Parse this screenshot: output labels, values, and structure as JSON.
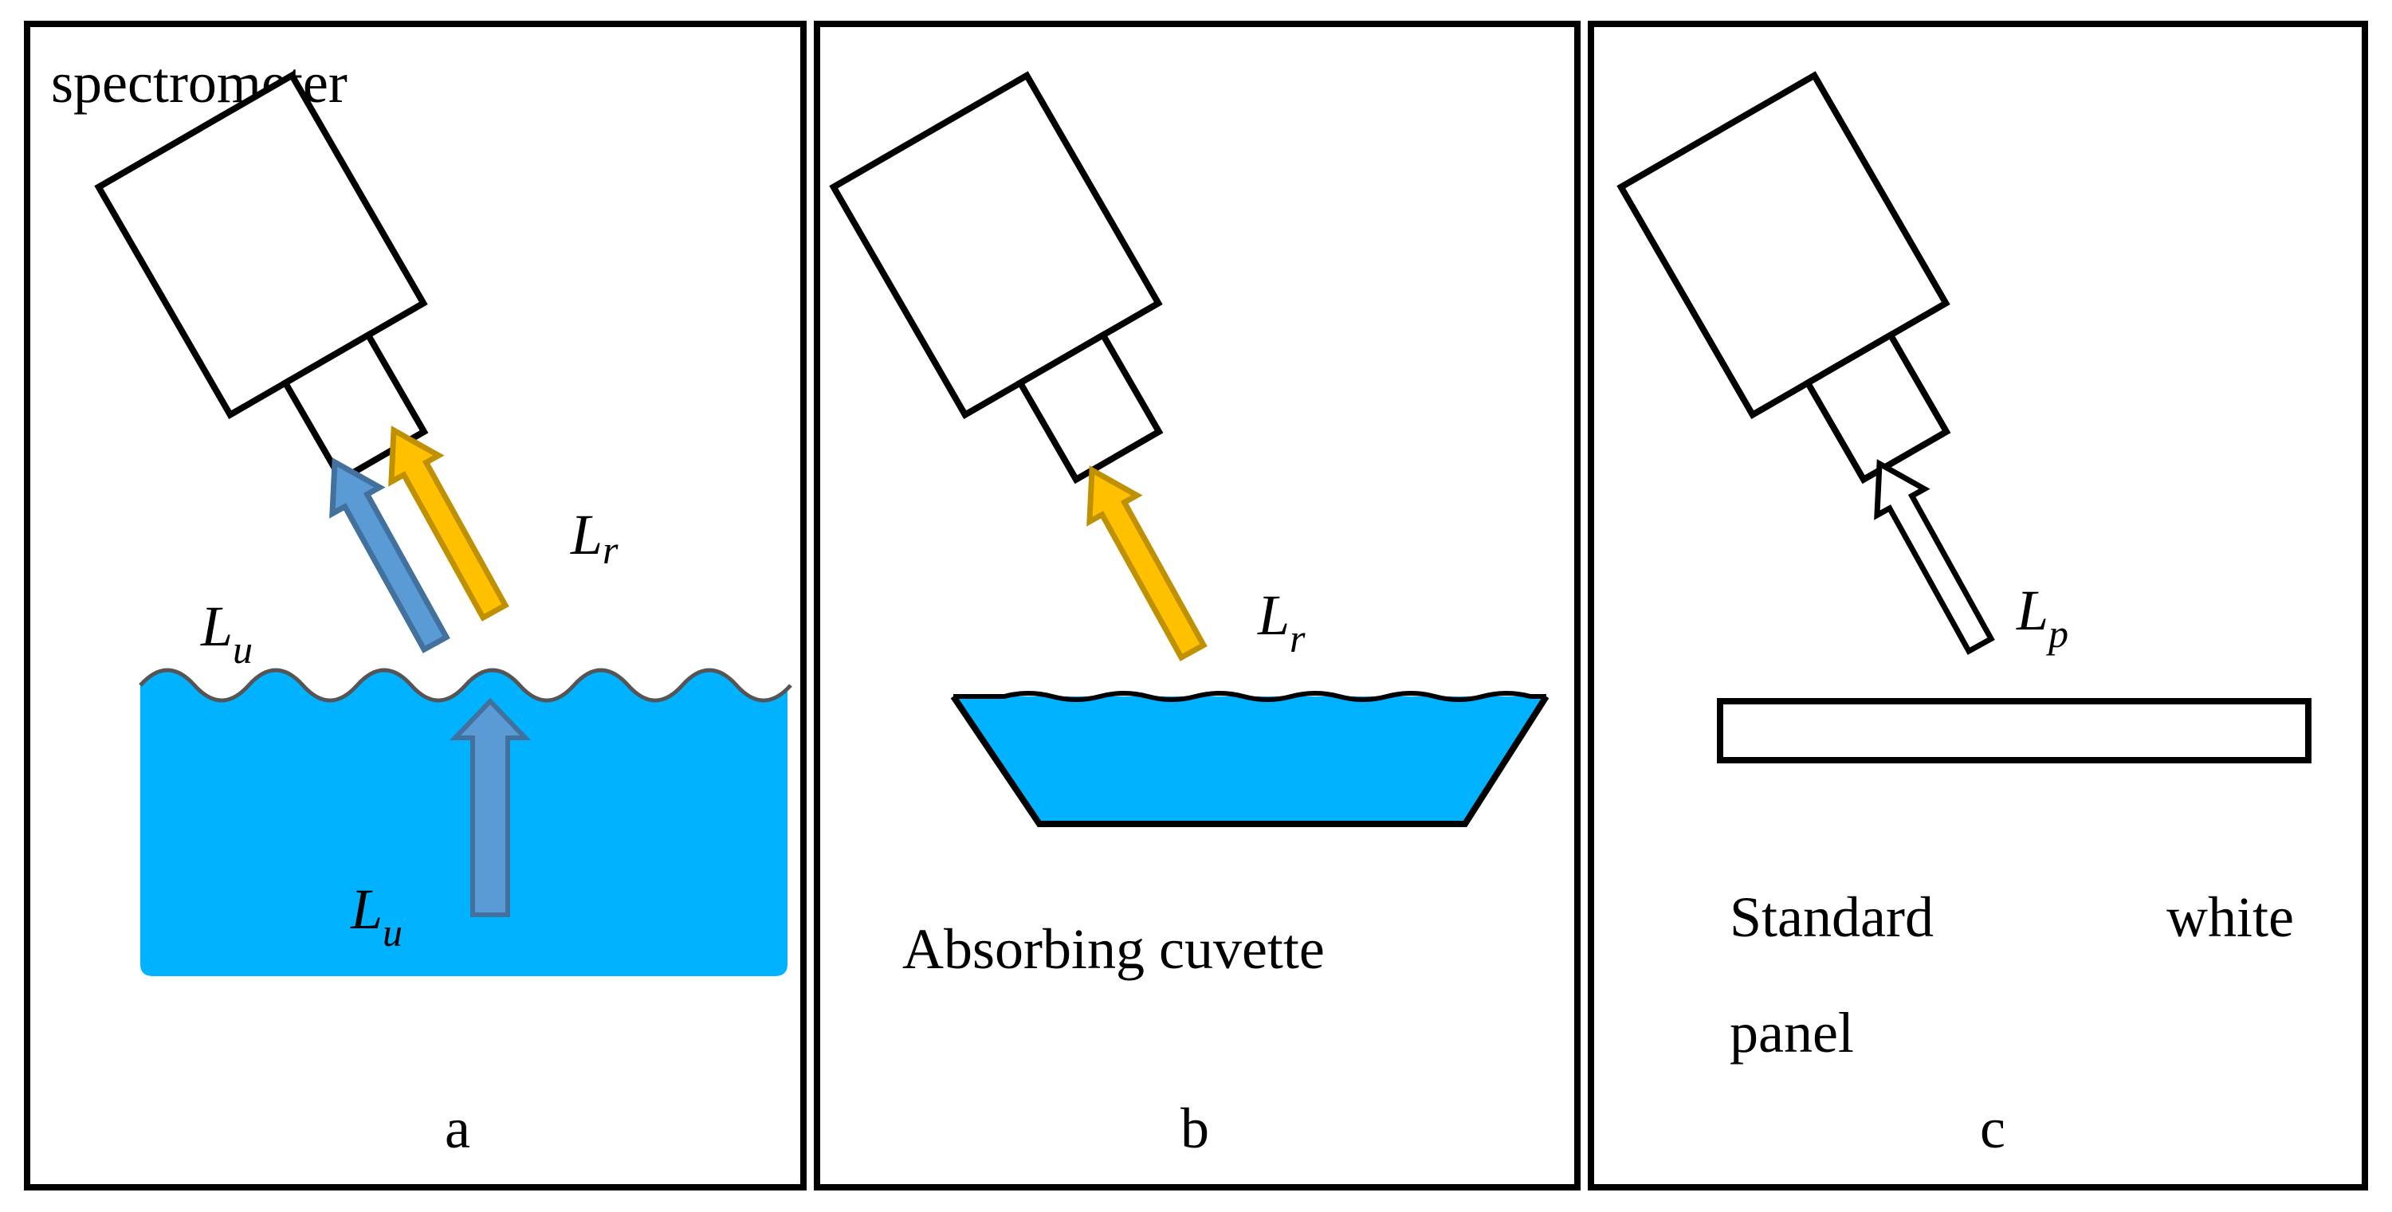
{
  "panels": [
    {
      "id": "a",
      "caption": "a",
      "device_label": "spectrometer",
      "arrow_labels": {
        "reflected": {
          "main": "L",
          "sub": "r"
        },
        "surface_upwelling": {
          "main": "L",
          "sub": "u"
        },
        "underwater_upwelling": {
          "main": "L",
          "sub": "u"
        }
      }
    },
    {
      "id": "b",
      "caption": "b",
      "container_label": "Absorbing cuvette",
      "arrow_labels": {
        "reflected": {
          "main": "L",
          "sub": "r"
        }
      }
    },
    {
      "id": "c",
      "caption": "c",
      "panel_label_line1_left": "Standard",
      "panel_label_line1_right": "white",
      "panel_label_line2": "panel",
      "arrow_labels": {
        "panel_radiance": {
          "main": "L",
          "sub": "p"
        }
      }
    }
  ],
  "colors": {
    "water": "#00B2FF",
    "upwelling_arrow_fill": "#5B9BD5",
    "upwelling_arrow_stroke": "#41719C",
    "reflected_arrow_fill": "#FFC000",
    "reflected_arrow_stroke": "#BF9000",
    "panel_arrow_fill": "#FFFFFF",
    "outline": "#000000"
  },
  "icons": [
    "spectrometer-icon",
    "arrow-up-icon"
  ]
}
